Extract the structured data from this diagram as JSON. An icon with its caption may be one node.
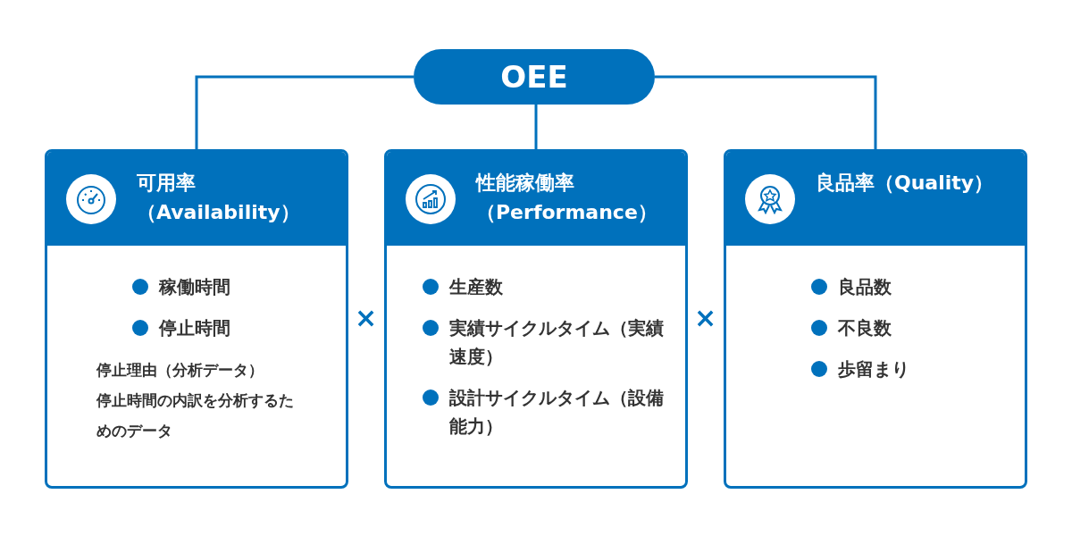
{
  "diagram": {
    "nodes": [
      {
        "text": [
          "OEE"
        ]
      },
      {
        "text": [
          "可用率（Availability）",
          "稼働時間",
          "停止時間",
          "停止理由（分析データ）",
          "停止時間の内訳を分析するためのデータ"
        ]
      },
      {
        "text": [
          "性能稼働率（Performance）",
          "生産数",
          "実績サイクルタイム（実績速度）",
          "設計サイクルタイム（設備能力）"
        ]
      },
      {
        "text": [
          "良品率（Quality）",
          "良品数",
          "不良数",
          "歩留まり"
        ]
      }
    ],
    "edges": [
      {
        "from": 0,
        "to": 1,
        "arrow": "none"
      },
      {
        "from": 0,
        "to": 2,
        "arrow": "none"
      },
      {
        "from": 0,
        "to": 3,
        "arrow": "none"
      }
    ],
    "labels": [
      "×",
      "×"
    ]
  }
}
